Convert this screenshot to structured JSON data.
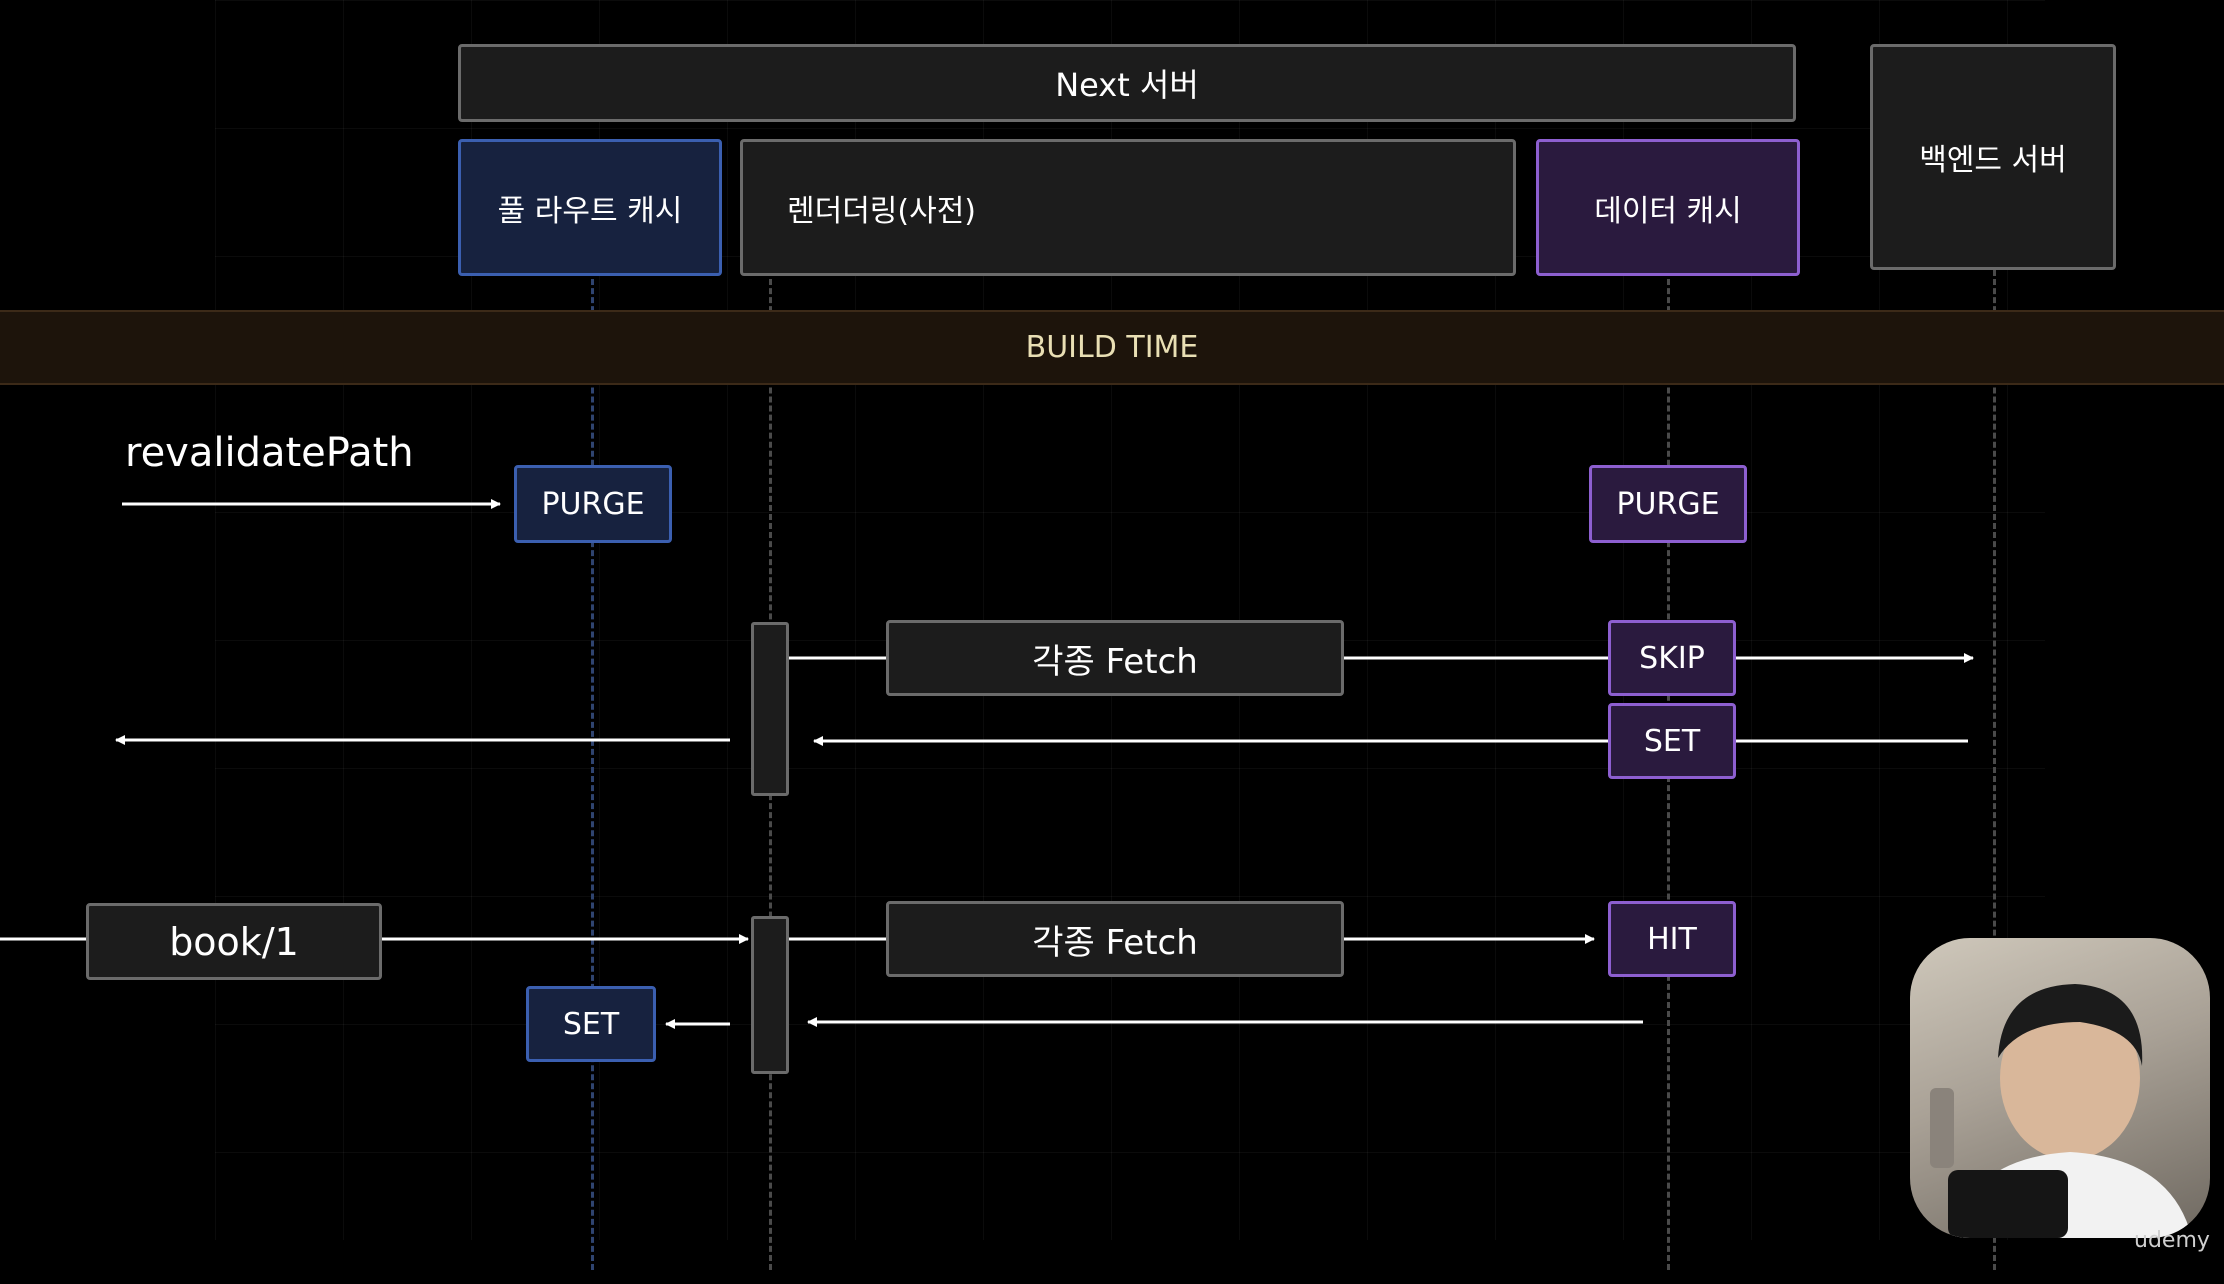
{
  "header": {
    "next_server": "Next 서버",
    "backend_server": "백엔드 서버"
  },
  "columns": {
    "full_route_cache": "풀 라우트 캐시",
    "rendering": "렌더더링(사전)",
    "data_cache": "데이터 캐시"
  },
  "band": {
    "label": "BUILD TIME"
  },
  "flow": {
    "revalidate_label": "revalidatePath",
    "purge_full_route": "PURGE",
    "purge_data": "PURGE",
    "fetch_1": "각종 Fetch",
    "skip": "SKIP",
    "set_data": "SET",
    "book_label": "book/1",
    "fetch_2": "각종 Fetch",
    "hit": "HIT",
    "set_full_route": "SET"
  },
  "brand": "udemy",
  "colors": {
    "full_route_cache": "#3b5fb0",
    "data_cache": "#8d5fd0",
    "build_band": "#1d140b",
    "build_text": "#e9dfb4"
  }
}
